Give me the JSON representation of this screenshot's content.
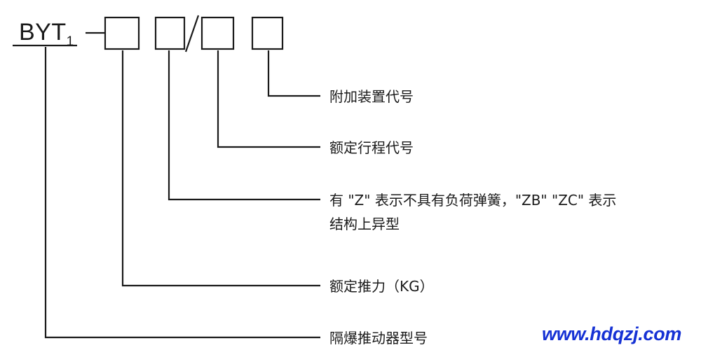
{
  "diagram": {
    "title": "BYT1 explosion-proof thruster model designation diagram",
    "model_code": {
      "base": "BYT",
      "subscript": "1"
    },
    "boxes": [
      {
        "name": "rated-thrust-box",
        "index": 1
      },
      {
        "name": "spring-type-box",
        "index": 2
      },
      {
        "name": "rated-stroke-box",
        "index": 3
      },
      {
        "name": "附加装置-box",
        "index": 4
      }
    ],
    "separator": "/",
    "callouts": [
      {
        "id": "additional-device",
        "label": "附加装置代号",
        "lines": [
          "附加装置代号"
        ]
      },
      {
        "id": "rated-stroke",
        "label": "额定行程代号",
        "lines": [
          "额定行程代号"
        ]
      },
      {
        "id": "spring-type",
        "label": "有 \"Z\" 表示不具有负荷弹簧，\"ZB\" \"ZC\" 表示结构上异型",
        "lines": [
          "有 \"Z\" 表示不具有负荷弹簧，\"ZB\" \"ZC\" 表示",
          "结构上异型"
        ]
      },
      {
        "id": "rated-thrust",
        "label": "额定推力（KG）",
        "lines": [
          "额定推力（KG）"
        ]
      },
      {
        "id": "model-designation",
        "label": "隔爆推动器型号",
        "lines": [
          "隔爆推动器型号"
        ]
      }
    ]
  },
  "watermark": {
    "text": "www.hdqzj.com",
    "color": "#1531d4"
  },
  "colors": {
    "background": "#ffffff",
    "stroke": "#1a1a1a",
    "text": "#1a1a1a",
    "watermark": "#1531d4"
  }
}
